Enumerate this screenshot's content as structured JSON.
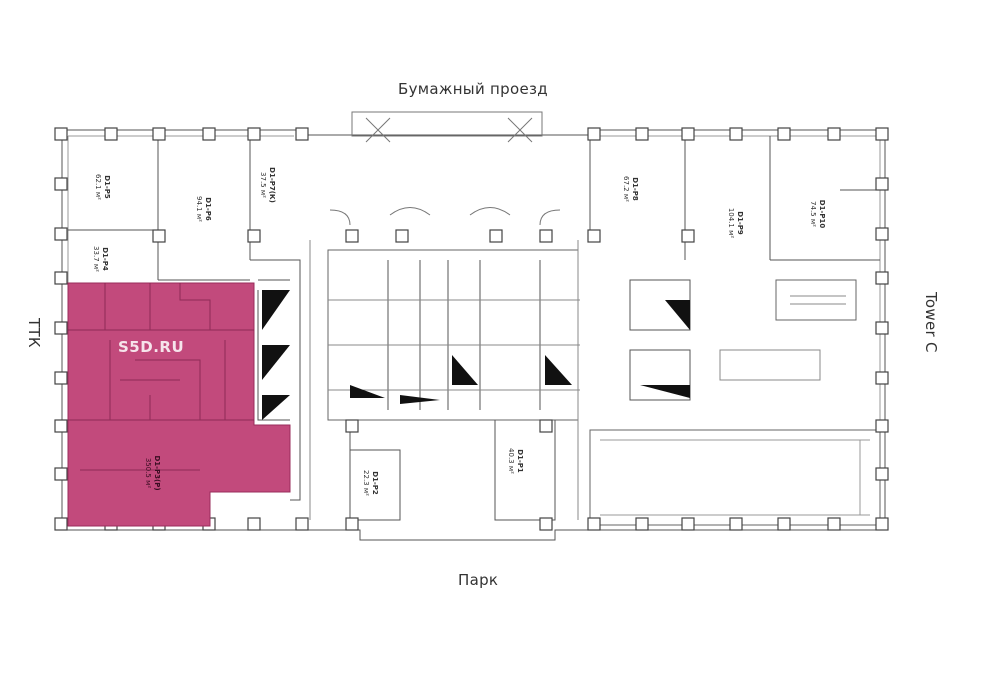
{
  "map": {
    "streets": {
      "top": "Бумажный проезд",
      "bottom": "Парк",
      "left": "ТТК",
      "right": "Tower C"
    },
    "watermark": "S5D.RU",
    "highlight_color": "#c24a7c",
    "units": [
      {
        "code": "D1-P5",
        "area": "62.1 м²"
      },
      {
        "code": "D1-P6",
        "area": "94.1 м²"
      },
      {
        "code": "D1-P7(К)",
        "area": "37.5 м²"
      },
      {
        "code": "D1-P4",
        "area": "33.7 м²"
      },
      {
        "code": "D1-P3(P)",
        "area": "350.5 м²",
        "highlighted": true
      },
      {
        "code": "D1-P2",
        "area": "22.3 м²"
      },
      {
        "code": "D1-P1",
        "area": "40.3 м²"
      },
      {
        "code": "D1-P8",
        "area": "67.2 м²"
      },
      {
        "code": "D1-P9",
        "area": "104.1 м²"
      },
      {
        "code": "D1-P10",
        "area": "74.5 м²"
      }
    ]
  }
}
